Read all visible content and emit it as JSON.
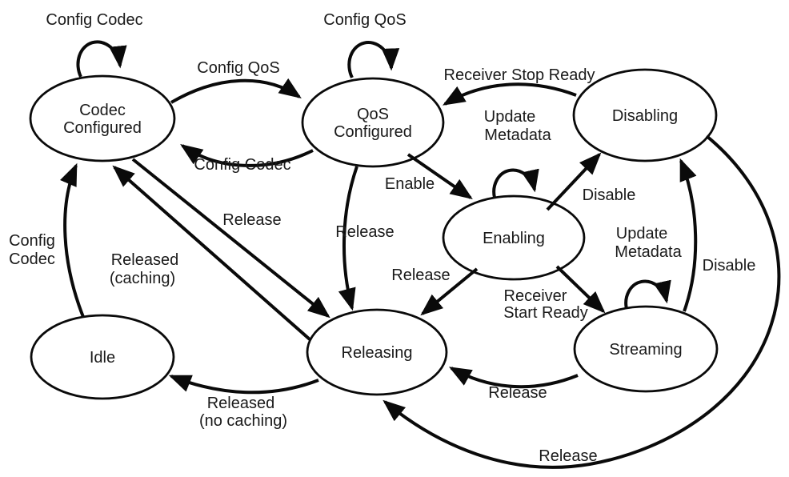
{
  "diagram": {
    "type": "state-machine",
    "colors": {
      "background": "#ffffff",
      "stroke": "#0a0a0a",
      "text": "#1a1a1a"
    },
    "states": [
      {
        "id": "codec-configured",
        "label": "Codec Configured",
        "lines": [
          "Codec",
          "Configured"
        ]
      },
      {
        "id": "qos-configured",
        "label": "QoS Configured",
        "lines": [
          "QoS",
          "Configured"
        ]
      },
      {
        "id": "disabling",
        "label": "Disabling",
        "lines": [
          "Disabling"
        ]
      },
      {
        "id": "enabling",
        "label": "Enabling",
        "lines": [
          "Enabling"
        ]
      },
      {
        "id": "streaming",
        "label": "Streaming",
        "lines": [
          "Streaming"
        ]
      },
      {
        "id": "releasing",
        "label": "Releasing",
        "lines": [
          "Releasing"
        ]
      },
      {
        "id": "idle",
        "label": "Idle",
        "lines": [
          "Idle"
        ]
      }
    ],
    "transitions": [
      {
        "from": "codec-configured",
        "to": "codec-configured",
        "label": "Config Codec",
        "label_lines": [
          "Config Codec"
        ]
      },
      {
        "from": "codec-configured",
        "to": "qos-configured",
        "label": "Config QoS",
        "label_lines": [
          "Config QoS"
        ]
      },
      {
        "from": "qos-configured",
        "to": "qos-configured",
        "label": "Config QoS",
        "label_lines": [
          "Config QoS"
        ]
      },
      {
        "from": "qos-configured",
        "to": "codec-configured",
        "label": "Config Codec",
        "label_lines": [
          "Config Codec"
        ]
      },
      {
        "from": "disabling",
        "to": "qos-configured",
        "label": "Receiver Stop Ready",
        "label_lines": [
          "Receiver Stop Ready"
        ]
      },
      {
        "from": "enabling",
        "to": "enabling",
        "label": "Update Metadata",
        "label_lines": [
          "Update",
          "Metadata"
        ]
      },
      {
        "from": "qos-configured",
        "to": "enabling",
        "label": "Enable",
        "label_lines": [
          "Enable"
        ]
      },
      {
        "from": "enabling",
        "to": "disabling",
        "label": "Disable",
        "label_lines": [
          "Disable"
        ]
      },
      {
        "from": "qos-configured",
        "to": "releasing",
        "label": "Release",
        "label_lines": [
          "Release"
        ]
      },
      {
        "from": "codec-configured",
        "to": "releasing",
        "label": "Release",
        "label_lines": [
          "Release"
        ]
      },
      {
        "from": "releasing",
        "to": "codec-configured",
        "label": "Released (caching)",
        "label_lines": [
          "Released",
          "(caching)"
        ]
      },
      {
        "from": "idle",
        "to": "codec-configured",
        "label": "Config Codec",
        "label_lines": [
          "Config",
          "Codec"
        ]
      },
      {
        "from": "enabling",
        "to": "releasing",
        "label": "Release",
        "label_lines": [
          "Release"
        ]
      },
      {
        "from": "enabling",
        "to": "streaming",
        "label": "Receiver Start Ready",
        "label_lines": [
          "Receiver",
          "Start Ready"
        ]
      },
      {
        "from": "streaming",
        "to": "streaming",
        "label": "Update Metadata",
        "label_lines": [
          "Update",
          "Metadata"
        ]
      },
      {
        "from": "streaming",
        "to": "disabling",
        "label": "Disable",
        "label_lines": [
          "Disable"
        ]
      },
      {
        "from": "streaming",
        "to": "releasing",
        "label": "Release",
        "label_lines": [
          "Release"
        ]
      },
      {
        "from": "disabling",
        "to": "releasing",
        "label": "Release",
        "label_lines": [
          "Release"
        ]
      },
      {
        "from": "releasing",
        "to": "idle",
        "label": "Released (no caching)",
        "label_lines": [
          "Released",
          "(no caching)"
        ]
      }
    ]
  }
}
